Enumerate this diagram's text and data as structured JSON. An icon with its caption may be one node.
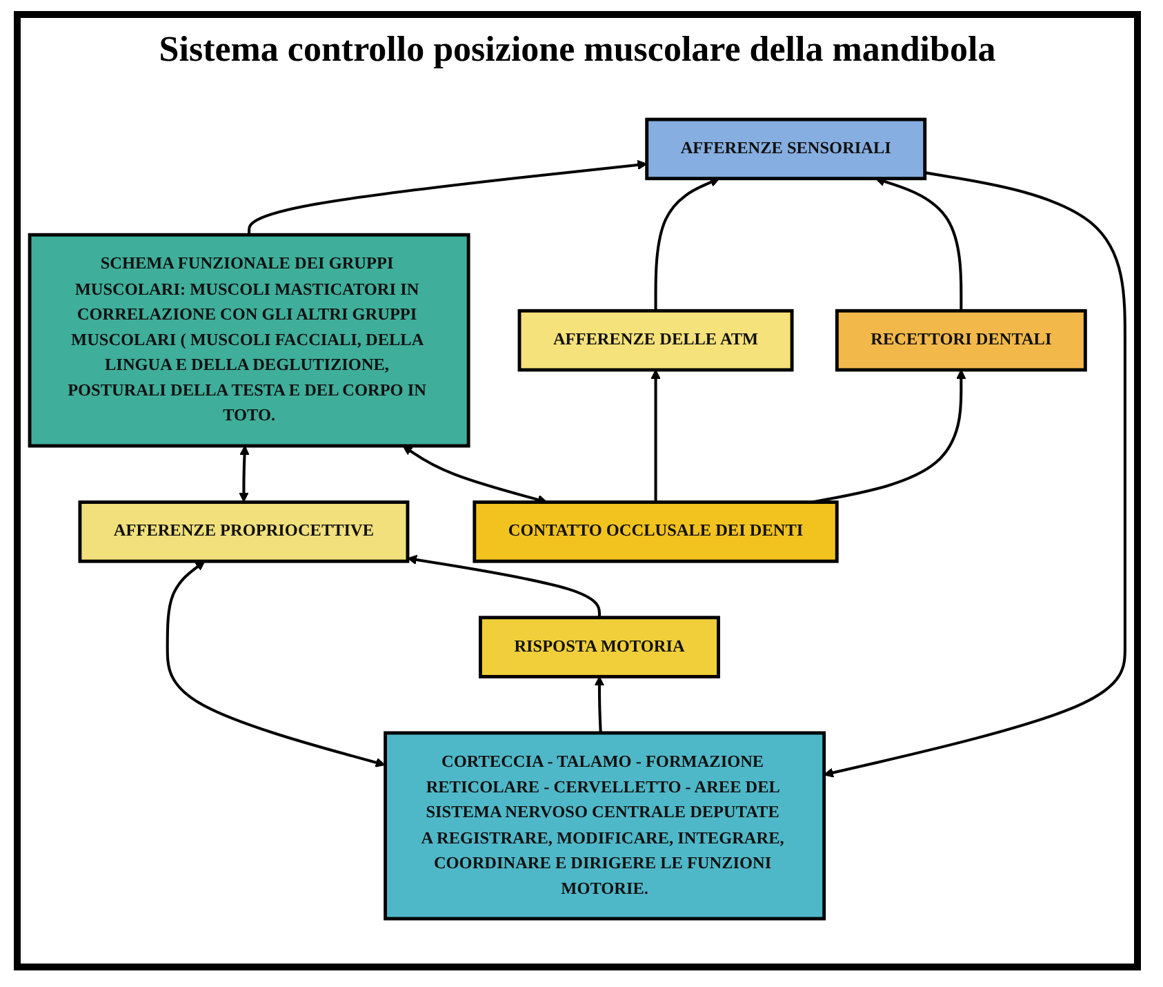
{
  "diagram": {
    "title": "Sistema controllo posizione muscolare della mandibola",
    "nodes": [
      {
        "text": [
          "CORTECCIA - TALAMO - FORMAZIONE RETICOLARE - CERVELLETTO - AREE DEL SISTEMA NERVOSO CENTRALE DEPUTATE A REGISTRARE, MODIFICARE, INTEGRARE, COORDINARE E DIRIGERE LE FUNZIONI MOTORIE."
        ]
      },
      {
        "text": [
          "AFFERENZE SENSORIALI"
        ]
      },
      {
        "text": [
          "RISPOSTA MOTORIA"
        ]
      },
      {
        "text": [
          "AFFERENZE DELLE ATM"
        ]
      },
      {
        "text": [
          "RECETTORI DENTALI"
        ]
      },
      {
        "text": [
          "AFFERENZE PROPRIOCETTIVE"
        ]
      },
      {
        "text": [
          "CONTATTO OCCLUSALE DEI DENTI"
        ]
      },
      {
        "text": [
          "SCHEMA FUNZIONALE DEI GRUPPI MUSCOLARI: MUSCOLI MASTICATORI IN CORRELAZIONE CON GLI ALTRI GRUPPI MUSCOLARI ( MUSCOLI FACCIALI, DELLA LINGUA E DELLA DEGLUTIZIONE, POSTURALI DELLA TESTA E DEL CORPO IN TOTO."
        ]
      }
    ],
    "edges": [
      {
        "from": 1,
        "to": 0,
        "arrow": "to"
      },
      {
        "from": 0,
        "to": 2,
        "arrow": "to"
      },
      {
        "from": 0,
        "to": 5,
        "arrow": "both"
      },
      {
        "from": 2,
        "to": 5,
        "arrow": "to"
      },
      {
        "from": 5,
        "to": 7,
        "arrow": "both"
      },
      {
        "from": 7,
        "to": 1,
        "arrow": "to"
      },
      {
        "from": 3,
        "to": 1,
        "arrow": "to"
      },
      {
        "from": 4,
        "to": 1,
        "arrow": "to"
      },
      {
        "from": 6,
        "to": 3,
        "arrow": "to"
      },
      {
        "from": 6,
        "to": 4,
        "arrow": "to"
      },
      {
        "from": 6,
        "to": 7,
        "arrow": "both"
      }
    ]
  }
}
